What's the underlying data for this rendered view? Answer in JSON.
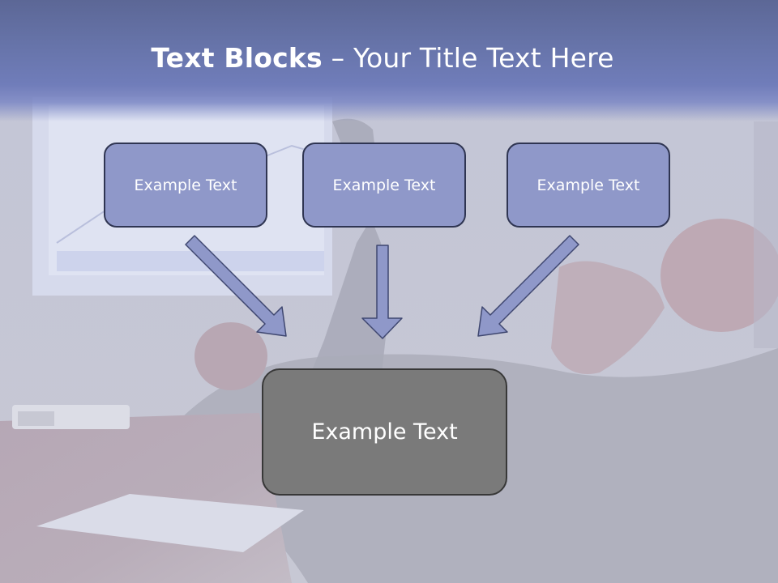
{
  "title": {
    "bold": "Text Blocks",
    "separator": " – ",
    "regular": "Your Title Text Here"
  },
  "blocks": [
    {
      "label": "Example Text"
    },
    {
      "label": "Example Text"
    },
    {
      "label": "Example Text"
    }
  ],
  "main_block": {
    "label": "Example Text"
  },
  "colors": {
    "title_band": "#6673a8",
    "block_fill": "#8f98c9",
    "block_border": "#2f3552",
    "main_fill": "#7a7a7a",
    "arrow_fill": "#8f98c9",
    "arrow_stroke": "#3f4770"
  }
}
